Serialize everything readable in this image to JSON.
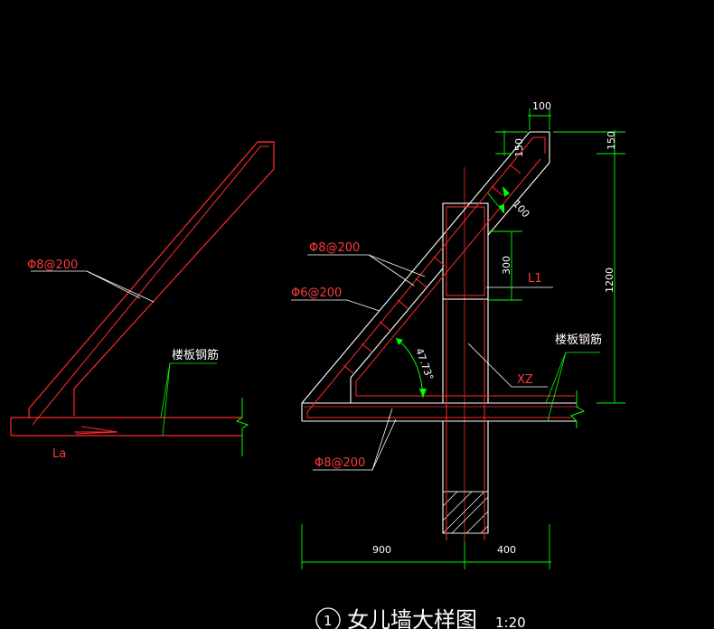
{
  "drawing": {
    "title_number": "1",
    "title": "女儿墙大样图",
    "scale": "1:20",
    "colors": {
      "background": "#000000",
      "concrete": "#ff2a2a",
      "rebar": "#ff2a2a",
      "dimension": "#00ff00",
      "text": "#ffffff",
      "label_red": "#ff3b3b"
    }
  },
  "left_detail": {
    "rebar_label": "Φ8@200",
    "slab_rebar_label": "楼板钢筋",
    "anchorage_label": "La"
  },
  "right_detail": {
    "top_rebar_label": "Φ8@200",
    "stirrup_label": "Φ6@200",
    "bottom_rebar_label": "Φ8@200",
    "slab_rebar_label": "楼板钢筋",
    "beam_label": "L1",
    "column_label": "XZ",
    "angle_label": "47.73°",
    "dims": {
      "top_width": "100",
      "top_height": "150",
      "thickness": "100",
      "beam_depth": "300",
      "right_top": "150",
      "right_height": "1200",
      "bottom_left": "900",
      "bottom_right": "400"
    }
  }
}
